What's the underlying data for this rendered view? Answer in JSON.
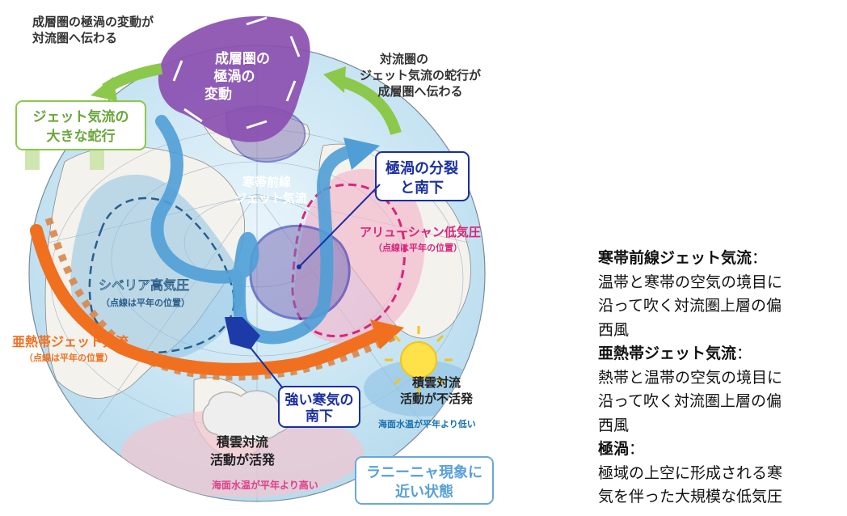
{
  "diagram": {
    "arrow_topleft": [
      "成層圏の極渦の変動が",
      "対流圏へ伝わる"
    ],
    "arrow_topright": [
      "対流圏の",
      "ジェット気流の蛇行が",
      "成層圏へ伝わる"
    ],
    "vortex_label": [
      "成層圏の",
      "極渦の",
      "変動"
    ],
    "meander_box": [
      "ジェット気流の",
      "大きな蛇行"
    ],
    "polar_jet": [
      "寒帯前線",
      "ジェット気流"
    ],
    "vortex_split_box": [
      "極渦の分裂",
      "と南下"
    ],
    "aleutian_low": "アリューシャン低気圧",
    "aleutian_note": "（点線は平年の位置）",
    "siberian_high": "シベリア高気圧",
    "siberian_note": "（点線は平年の位置）",
    "subtropical_jet": "亜熱帯ジェット気流",
    "subtropical_note": "（点線は平年の位置）",
    "cold_air_box": [
      "強い寒気の",
      "南下"
    ],
    "convection_inactive": [
      "積雲対流",
      "活動が不活発"
    ],
    "sst_low": "海面水温が平年より低い",
    "convection_active": [
      "積雲対流",
      "活動が活発"
    ],
    "sst_high": "海面水温が平年より高い",
    "lanina_box": [
      "ラニーニャ現象に",
      "近い状態"
    ]
  },
  "legend": [
    {
      "term": "寒帯前線ジェット気流",
      "sep": "：",
      "lines": [
        "温帯と寒帯の空気の境目に",
        "沿って吹く対流圏上層の偏",
        "西風"
      ]
    },
    {
      "term": "亜熱帯ジェット気流",
      "sep": "：",
      "lines": [
        "熱帯と温帯の空気の境目に",
        "沿って吹く対流圏上層の偏",
        "西風"
      ]
    },
    {
      "term": "極渦",
      "sep": "：",
      "lines": [
        "極域の上空に形成される寒",
        "気を伴った大規模な低気圧"
      ]
    }
  ],
  "colors": {
    "ocean": "#cfe9f5",
    "land": "#f4f2ec",
    "vortex": "#8a4fb0",
    "polar_jet": "#4f9fd6",
    "subtropical_jet": "#f07020",
    "green_arrow": "#8cc84b",
    "aleutian": "#e0408a",
    "siberian": "#7fb8d8",
    "blue_text": "#1a2fa0"
  }
}
